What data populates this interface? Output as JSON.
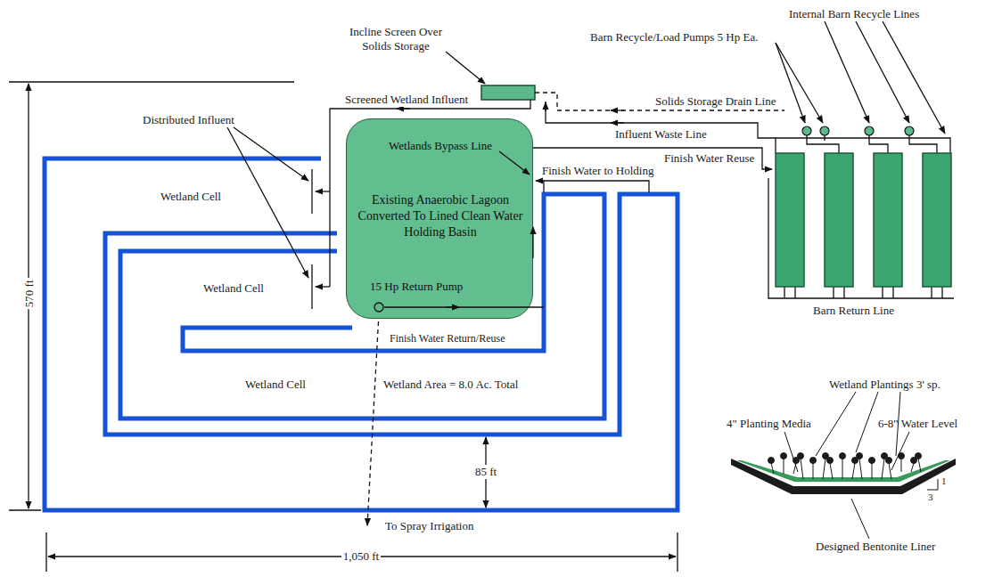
{
  "diagram": {
    "nodes": [
      {
        "text": [
          "Wetlands Bypass Line",
          "Existing Anaerobic Lagoon Converted To Lined Clean Water Holding Basin",
          "15 Hp Return Pump"
        ]
      }
    ],
    "labels": [
      "Incline Screen Over Solids Storage",
      "Internal Barn Recycle Lines",
      "Barn Recycle/Load Pumps 5 Hp Ea.",
      "Screened Wetland Influent",
      "Solids Storage Drain Line",
      "Influent Waste Line",
      "Finish Water Reuse",
      "Finish Water to Holding",
      "Distributed Influent",
      "Wetland Cell",
      "Wetland Cell",
      "Wetland Cell",
      "Wetland Area = 8.0 Ac. Total",
      "Finish Water Return/Reuse",
      "Barn Return Line",
      "570 ft",
      "85 ft",
      "To Spray Irrigation",
      "1,050 ft",
      "Wetland Plantings 3' sp.",
      "4\" Planting Media",
      "6-8\" Water Level",
      "Designed Bentonite Liner",
      "1",
      "3"
    ]
  }
}
